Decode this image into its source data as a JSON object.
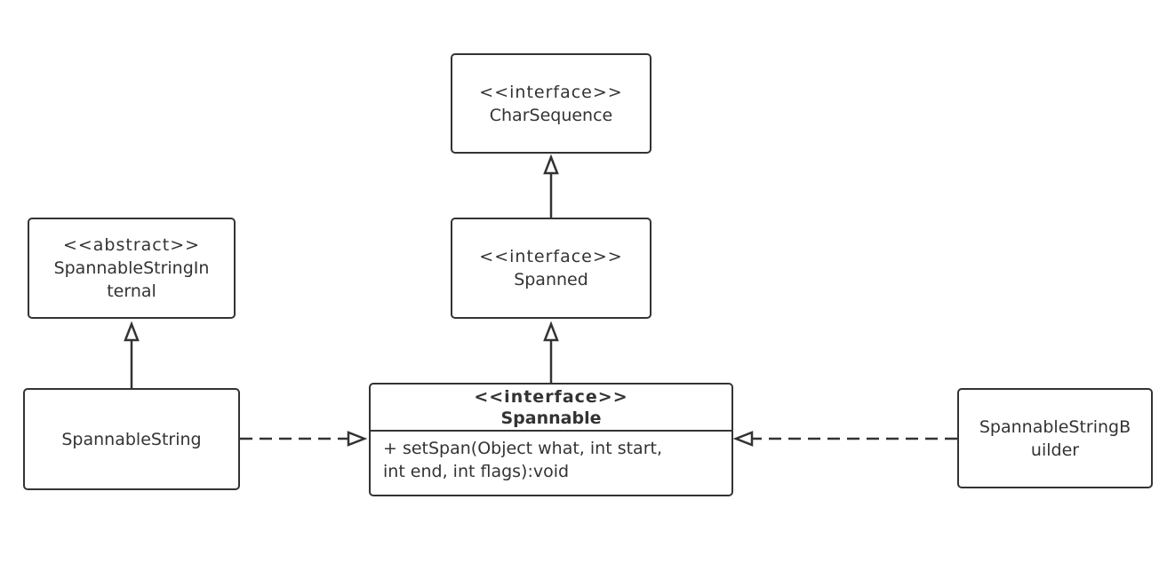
{
  "nodes": {
    "charsequence": {
      "stereotype": "<<interface>>",
      "name": "CharSequence"
    },
    "spanned": {
      "stereotype": "<<interface>>",
      "name": "Spanned"
    },
    "spannable_string_internal": {
      "stereotype": "<<abstract>>",
      "name_line1": "SpannableStringIn",
      "name_line2": "ternal"
    },
    "spannable_string": {
      "name": "SpannableString"
    },
    "spannable": {
      "stereotype": "<<interface>>",
      "name": "Spannable",
      "method_line1": "+ setSpan(Object what, int start,",
      "method_line2": "int end, int flags):void"
    },
    "spannable_string_builder": {
      "name_line1": "SpannableStringB",
      "name_line2": "uilder"
    }
  },
  "edges": [
    {
      "from": "Spanned",
      "to": "CharSequence",
      "type": "generalization"
    },
    {
      "from": "Spannable",
      "to": "Spanned",
      "type": "generalization"
    },
    {
      "from": "SpannableString",
      "to": "SpannableStringInternal",
      "type": "generalization"
    },
    {
      "from": "SpannableString",
      "to": "Spannable",
      "type": "realization"
    },
    {
      "from": "SpannableStringBuilder",
      "to": "Spannable",
      "type": "realization"
    }
  ]
}
